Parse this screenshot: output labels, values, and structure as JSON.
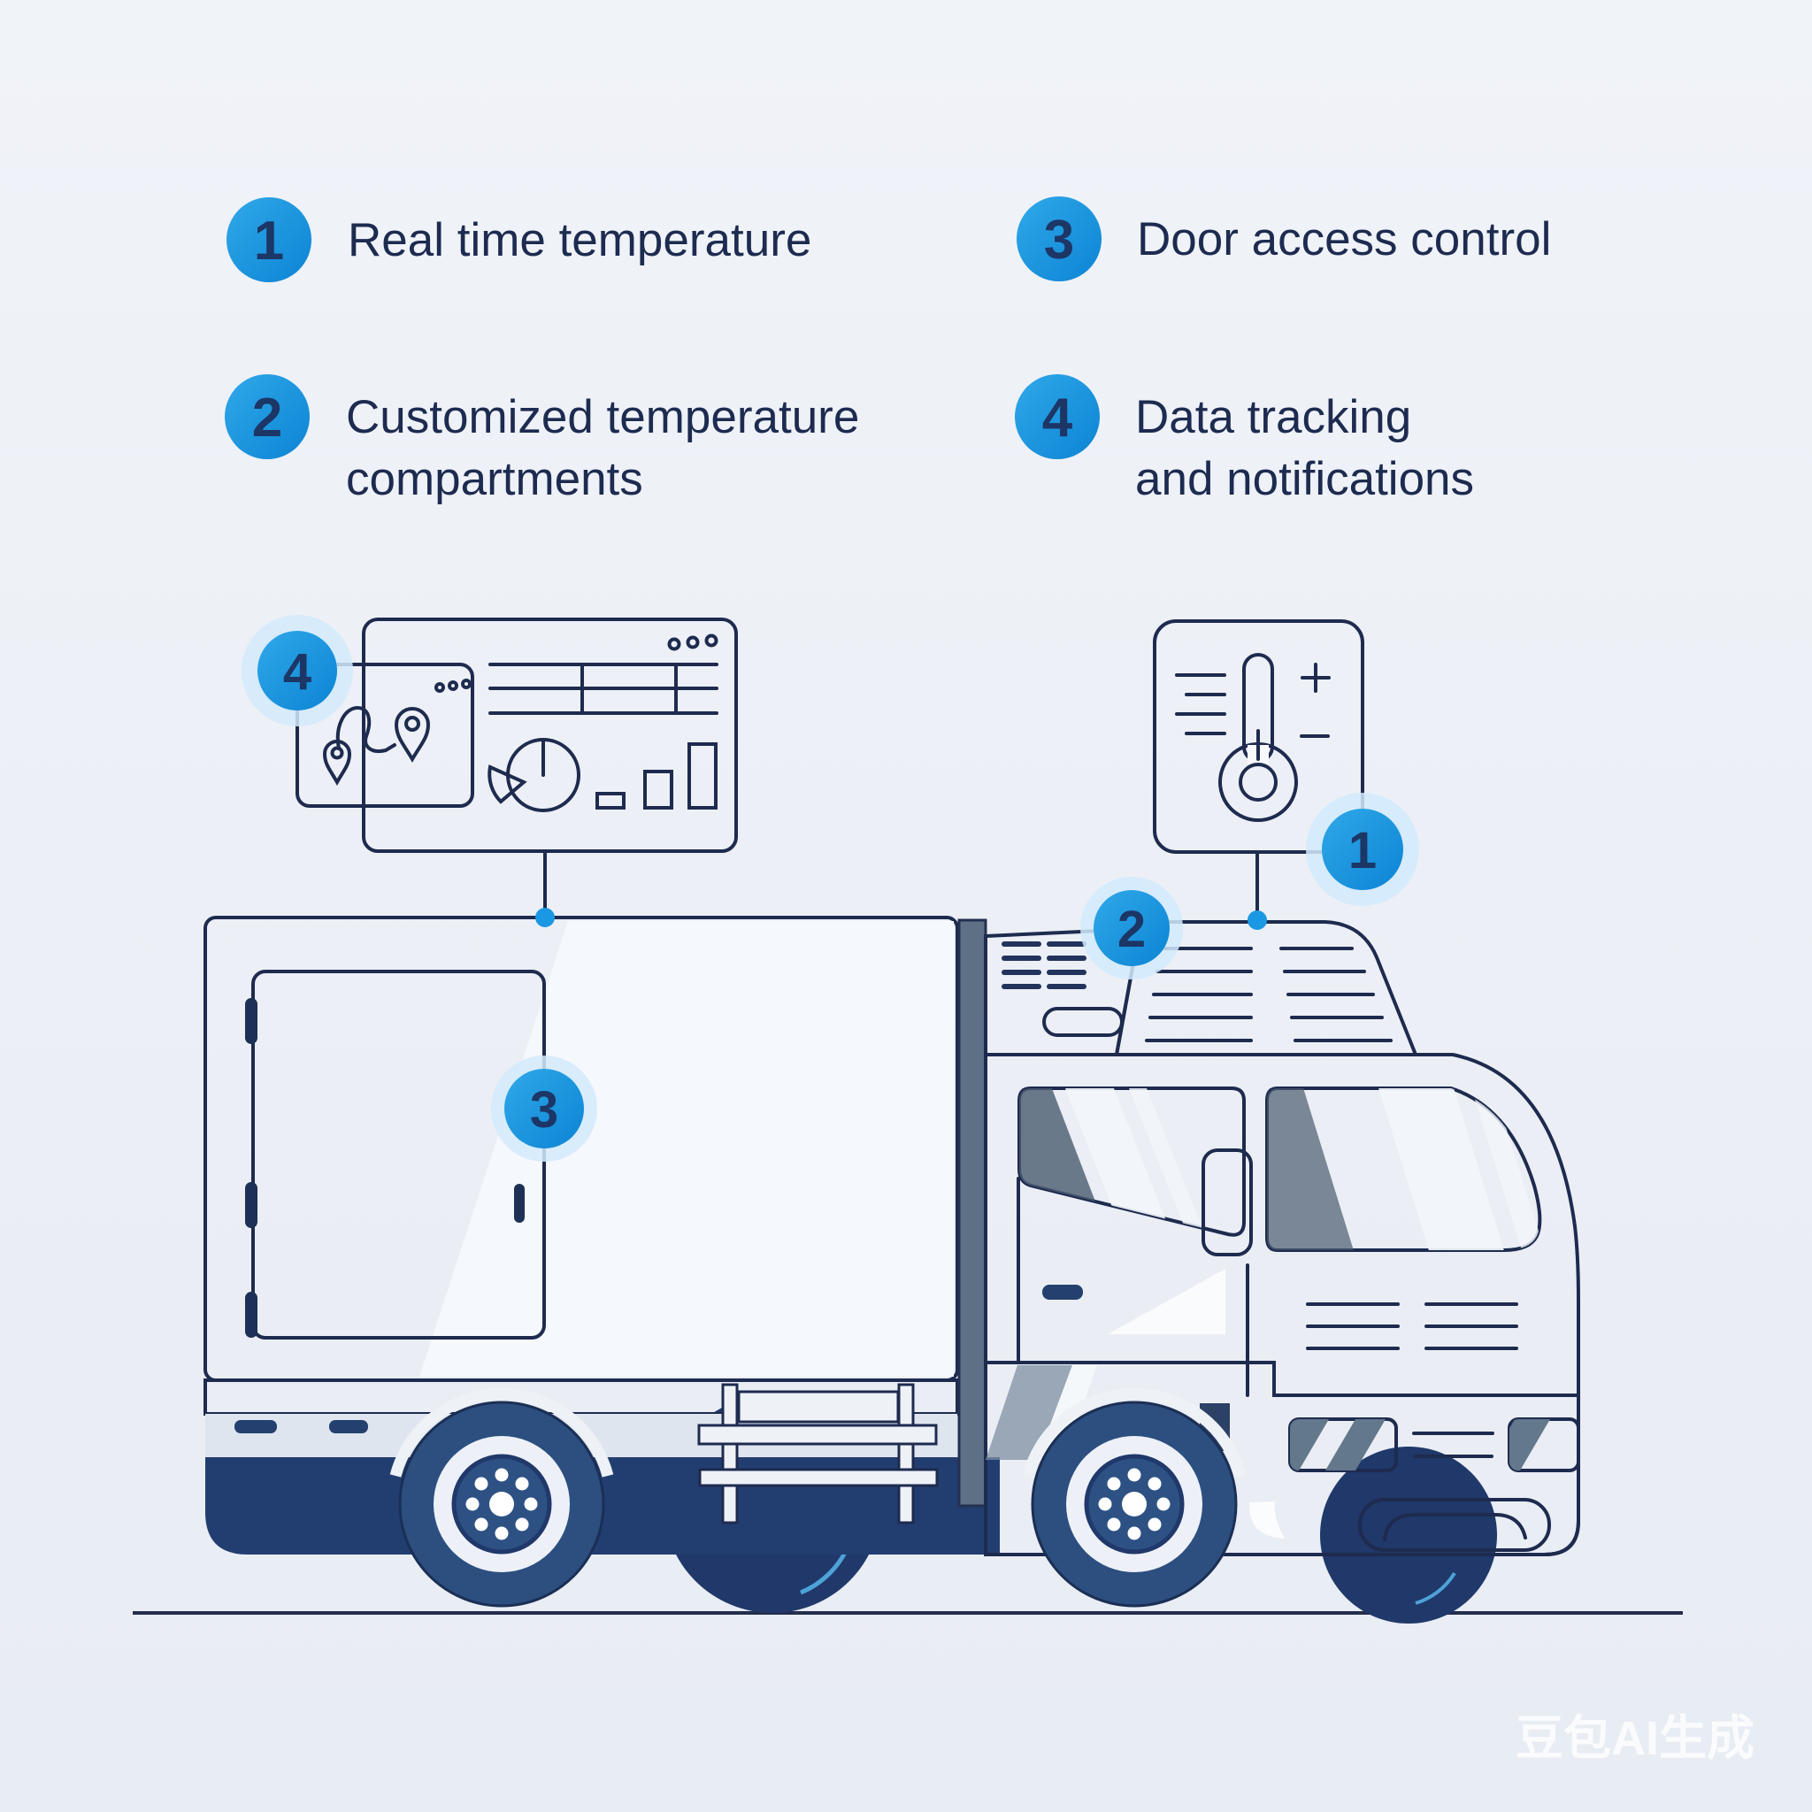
{
  "legend": {
    "items": [
      {
        "number": "1",
        "lines": [
          "Real time temperature"
        ]
      },
      {
        "number": "2",
        "lines": [
          "Customized temperature",
          "compartments"
        ]
      },
      {
        "number": "3",
        "lines": [
          "Door access control"
        ]
      },
      {
        "number": "4",
        "lines": [
          "Data tracking",
          "and notifications"
        ]
      }
    ]
  },
  "callouts": {
    "tracking_panel_badge": "4",
    "temperature_panel_badge": "1",
    "compartments_badge": "2",
    "door_badge": "3"
  },
  "watermark": {
    "text": "豆包AI生成"
  },
  "palette": {
    "accent_blue": "#149ae2",
    "halo_blue": "#d2eafb",
    "line_navy": "#1e2b4f",
    "text_navy": "#1d2b50",
    "tire_blue": "#2c4f80",
    "chassis_navy": "#223e70",
    "glass_slate": "#5e7187"
  }
}
